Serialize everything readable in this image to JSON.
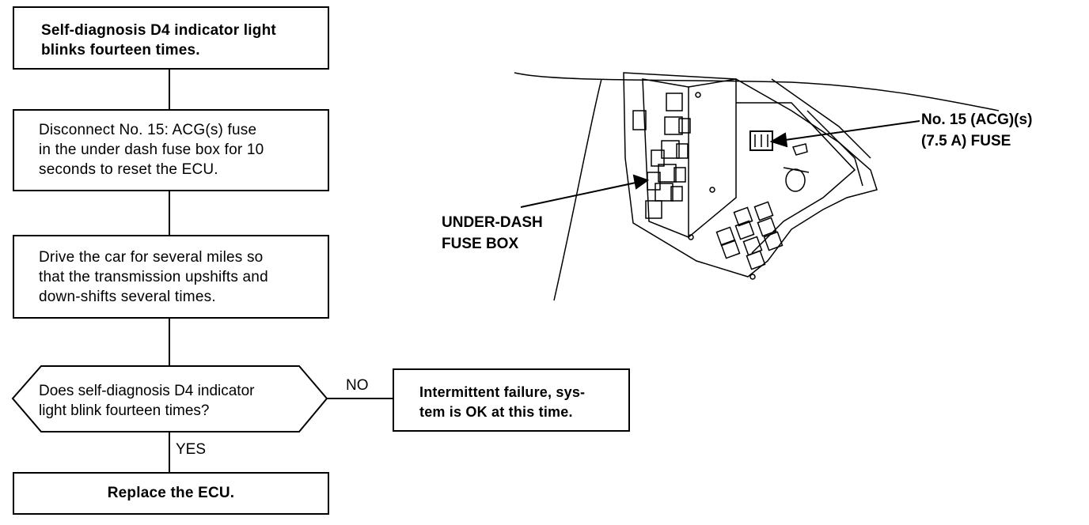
{
  "flowchart": {
    "step1": {
      "line1": "Self-diagnosis D4 indicator light",
      "line2": "blinks fourteen times."
    },
    "step2": {
      "line1": "Disconnect No. 15: ACG(s) fuse",
      "line2": "in the under dash fuse box for 10",
      "line3": "seconds to reset the ECU."
    },
    "step3": {
      "line1": "Drive the car for several miles so",
      "line2": "that the transmission upshifts and",
      "line3": "down-shifts several times."
    },
    "decision": {
      "line1": "Does self-diagnosis D4 indicator",
      "line2": "light blink fourteen times?"
    },
    "no_label": "NO",
    "yes_label": "YES",
    "no_result": {
      "line1": "Intermittent failure, sys-",
      "line2": "tem is OK at this time."
    },
    "yes_result": "Replace the ECU."
  },
  "illustration": {
    "fuse_callout": {
      "line1": "No. 15 (ACG)(s)",
      "line2": "(7.5 A) FUSE"
    },
    "fusebox_callout": {
      "line1": "UNDER-DASH",
      "line2": "FUSE BOX"
    }
  },
  "colors": {
    "ink": "#000000",
    "paper": "#ffffff"
  }
}
